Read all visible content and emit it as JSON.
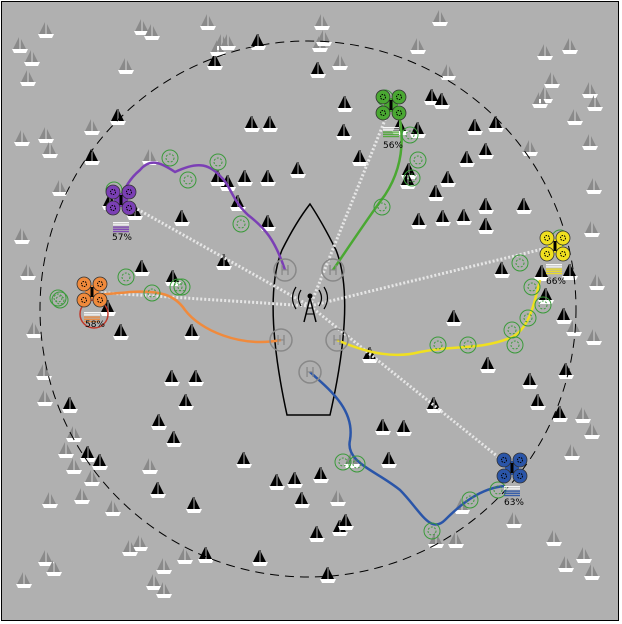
{
  "sim": {
    "background_color": "#b0b0b0",
    "tower_label": "comm-tower",
    "helipads": [
      {
        "id": "pad-1",
        "label": "H"
      },
      {
        "id": "pad-2",
        "label": "H"
      },
      {
        "id": "pad-3",
        "label": "H"
      },
      {
        "id": "pad-4",
        "label": "H"
      },
      {
        "id": "pad-5",
        "label": "H"
      }
    ],
    "drones": [
      {
        "id": "drone-purple",
        "color": "#7b3fb5",
        "battery": "57%",
        "battery_fraction": 0.57
      },
      {
        "id": "drone-green",
        "color": "#4aa832",
        "battery": "56%",
        "battery_fraction": 0.56
      },
      {
        "id": "drone-orange",
        "color": "#f08a3c",
        "battery": "58%",
        "battery_fraction": 0.58
      },
      {
        "id": "drone-yellow",
        "color": "#f0e020",
        "battery": "66%",
        "battery_fraction": 0.66
      },
      {
        "id": "drone-blue",
        "color": "#2a55a8",
        "battery": "63%",
        "battery_fraction": 0.63
      }
    ],
    "colors": {
      "link": "#e6e6e6",
      "found_boat": "#000000",
      "unknown_boat": "#8a8a8a",
      "waypoint": "#3a9a3a",
      "boundary": "#000000"
    }
  }
}
